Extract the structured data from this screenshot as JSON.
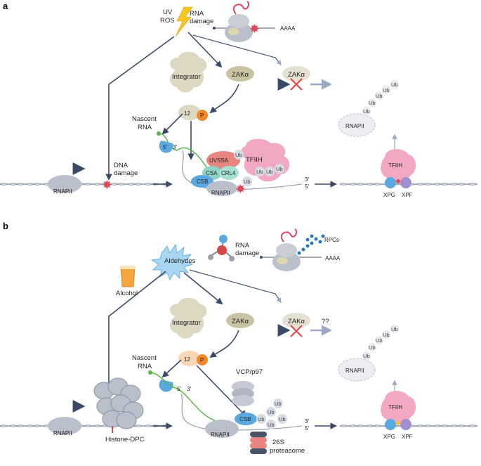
{
  "panels": {
    "a": {
      "tag": "a",
      "uv": "UV",
      "ros": "ROS",
      "rna_damage": "RNA\ndamage",
      "polya": "AAAA",
      "zak1": "ZAKα",
      "zak2": "ZAKα",
      "integrator": "Integrator",
      "sub12": "12",
      "p": "P",
      "nascent_rna": "Nascent\nRNA",
      "dna_damage": "DNA\ndamage",
      "rnapii_left": "RNAPII",
      "five_prime": "5'",
      "three_prime": "3'",
      "uvssa": "UVSSA",
      "tfiih": "TFIIH",
      "csa": "CSA",
      "crl4": "CRL4",
      "csb": "CSB",
      "rnapii_mid": "RNAPII",
      "ub": "Ub",
      "end3": "3'",
      "end5": "5'",
      "rnapii_right": "RNAPII",
      "tfiih_right": "TFIIH",
      "xpg": "XPG",
      "xpf": "XPF"
    },
    "b": {
      "tag": "b",
      "aldehydes": "Aldehydes",
      "alcohol": "Alcohol",
      "rna_damage": "RNA\ndamage",
      "rpcs": "RPCs",
      "polya": "AAAA",
      "zak1": "ZAKα",
      "zak2": "ZAKα",
      "qq": "??",
      "integrator": "Integrator",
      "sub12": "12",
      "p": "P",
      "nascent_rna": "Nascent\nRNA",
      "vcp": "VCP/p97",
      "rnapii_left": "RNAPII",
      "histone_dpc": "Histone-DPC",
      "five_prime": "5'",
      "three_prime": "3'",
      "csb": "CSB",
      "rnapii_mid": "RNAPII",
      "ub": "Ub",
      "proteasome": "26S\nproteasome",
      "end3": "3'",
      "end5": "5'",
      "rnapii_right": "RNAPII",
      "tfiih_right": "TFIIH",
      "xpg": "XPG",
      "xpf": "XPF"
    }
  },
  "colors": {
    "rnapii": "#b9bfcb",
    "integrator": "#ddd8c2",
    "zak": "#c9c3a4",
    "orange_p": "#f08a2a",
    "csb_blue": "#5aa8e0",
    "tfiih_pink": "#f2a7c2",
    "uvssa_red": "#e8857e",
    "csa_teal": "#8fd3c6",
    "damage_red": "#e0495a",
    "green_rna": "#59b54a",
    "arrow": "#3a4a66"
  }
}
